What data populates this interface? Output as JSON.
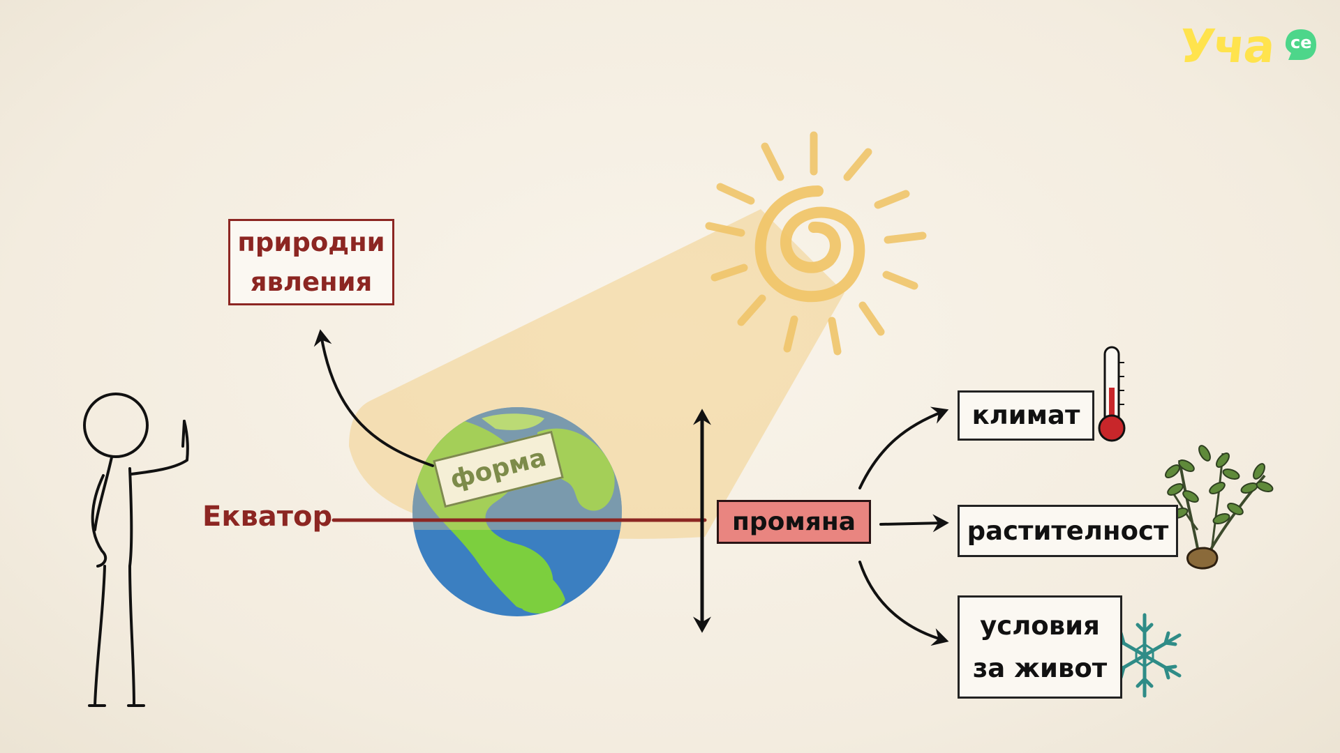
{
  "labels": {
    "phenomena_line1": "природни",
    "phenomena_line2": "явления",
    "shape": "форма",
    "equator": "Екватор",
    "change": "промяна",
    "climate": "климат",
    "vegetation": "растителност",
    "life_line1": "условия",
    "life_line2": "за живот"
  },
  "logo": {
    "text": "Уча",
    "badge": "се"
  },
  "colors": {
    "background": "#f6f0e4",
    "accent_red": "#8c2622",
    "change_fill": "#e98580",
    "sun": "#f0c56a",
    "sun_beam": "#f2cf8a",
    "ocean": "#3b7fc1",
    "land": "#7ccf3e",
    "logo_yellow": "#ffe34d",
    "logo_green": "#4dd68a"
  },
  "icons": [
    "sun-icon",
    "earth-globe-icon",
    "thermometer-icon",
    "plant-icon",
    "snowflake-icon",
    "stick-figure-icon",
    "logo-icon"
  ]
}
